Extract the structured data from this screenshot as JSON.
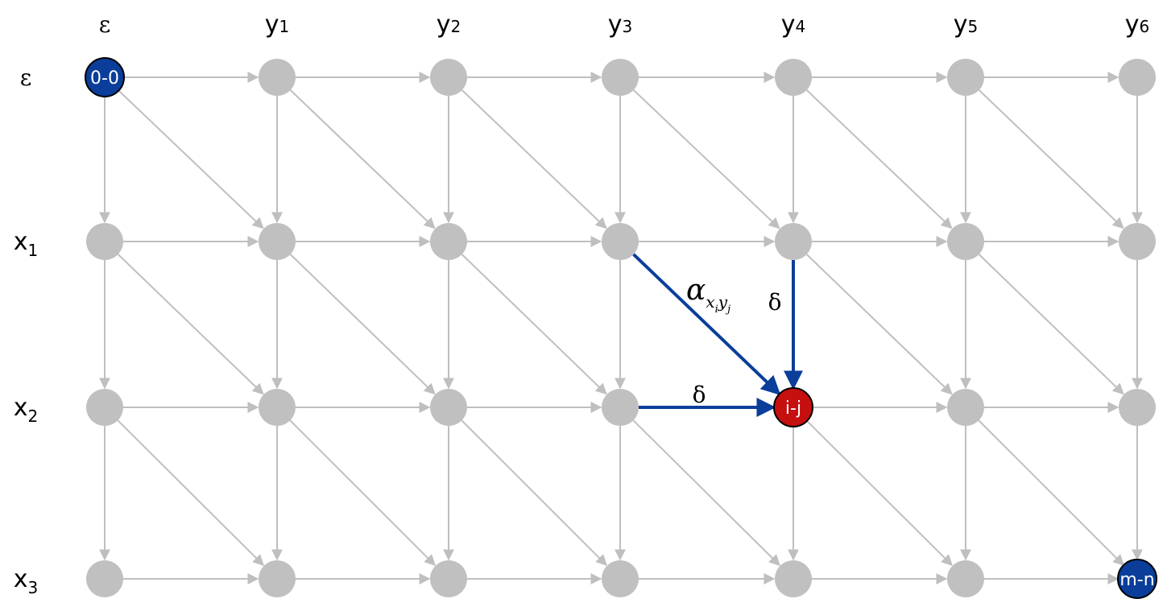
{
  "columns": [
    "ε",
    "y1",
    "y2",
    "y3",
    "y4",
    "y5",
    "y6"
  ],
  "rows": [
    "ε",
    "x1",
    "x2",
    "x3"
  ],
  "column_labels": [
    {
      "base": "ε",
      "sub": ""
    },
    {
      "base": "y",
      "sub": "1"
    },
    {
      "base": "y",
      "sub": "2"
    },
    {
      "base": "y",
      "sub": "3"
    },
    {
      "base": "y",
      "sub": "4"
    },
    {
      "base": "y",
      "sub": "5"
    },
    {
      "base": "y",
      "sub": "6"
    }
  ],
  "row_labels": [
    {
      "base": "ε",
      "sub": ""
    },
    {
      "base": "x",
      "sub": "1"
    },
    {
      "base": "x",
      "sub": "2"
    },
    {
      "base": "x",
      "sub": "3"
    }
  ],
  "special_nodes": [
    {
      "row": 0,
      "col": 0,
      "label": "0-0",
      "color": "#0a3e9a"
    },
    {
      "row": 2,
      "col": 4,
      "label": "i-j",
      "color": "#c60f0f"
    },
    {
      "row": 3,
      "col": 6,
      "label": "m-n",
      "color": "#0a3e9a"
    }
  ],
  "highlight_edges": [
    {
      "from": [
        1,
        3
      ],
      "to": [
        2,
        4
      ],
      "label": {
        "base": "α",
        "sub": "x",
        "sub2": "i",
        "sub3": "y",
        "sub4": "j"
      }
    },
    {
      "from": [
        1,
        4
      ],
      "to": [
        2,
        4
      ],
      "label": {
        "base": "δ"
      }
    },
    {
      "from": [
        2,
        3
      ],
      "to": [
        2,
        4
      ],
      "label": {
        "base": "δ"
      }
    }
  ],
  "colors": {
    "node_gray": "#c0c0c0",
    "edge_gray": "#bfbfbf",
    "highlight_blue": "#0a3e9a",
    "node_outline": "#000000"
  }
}
